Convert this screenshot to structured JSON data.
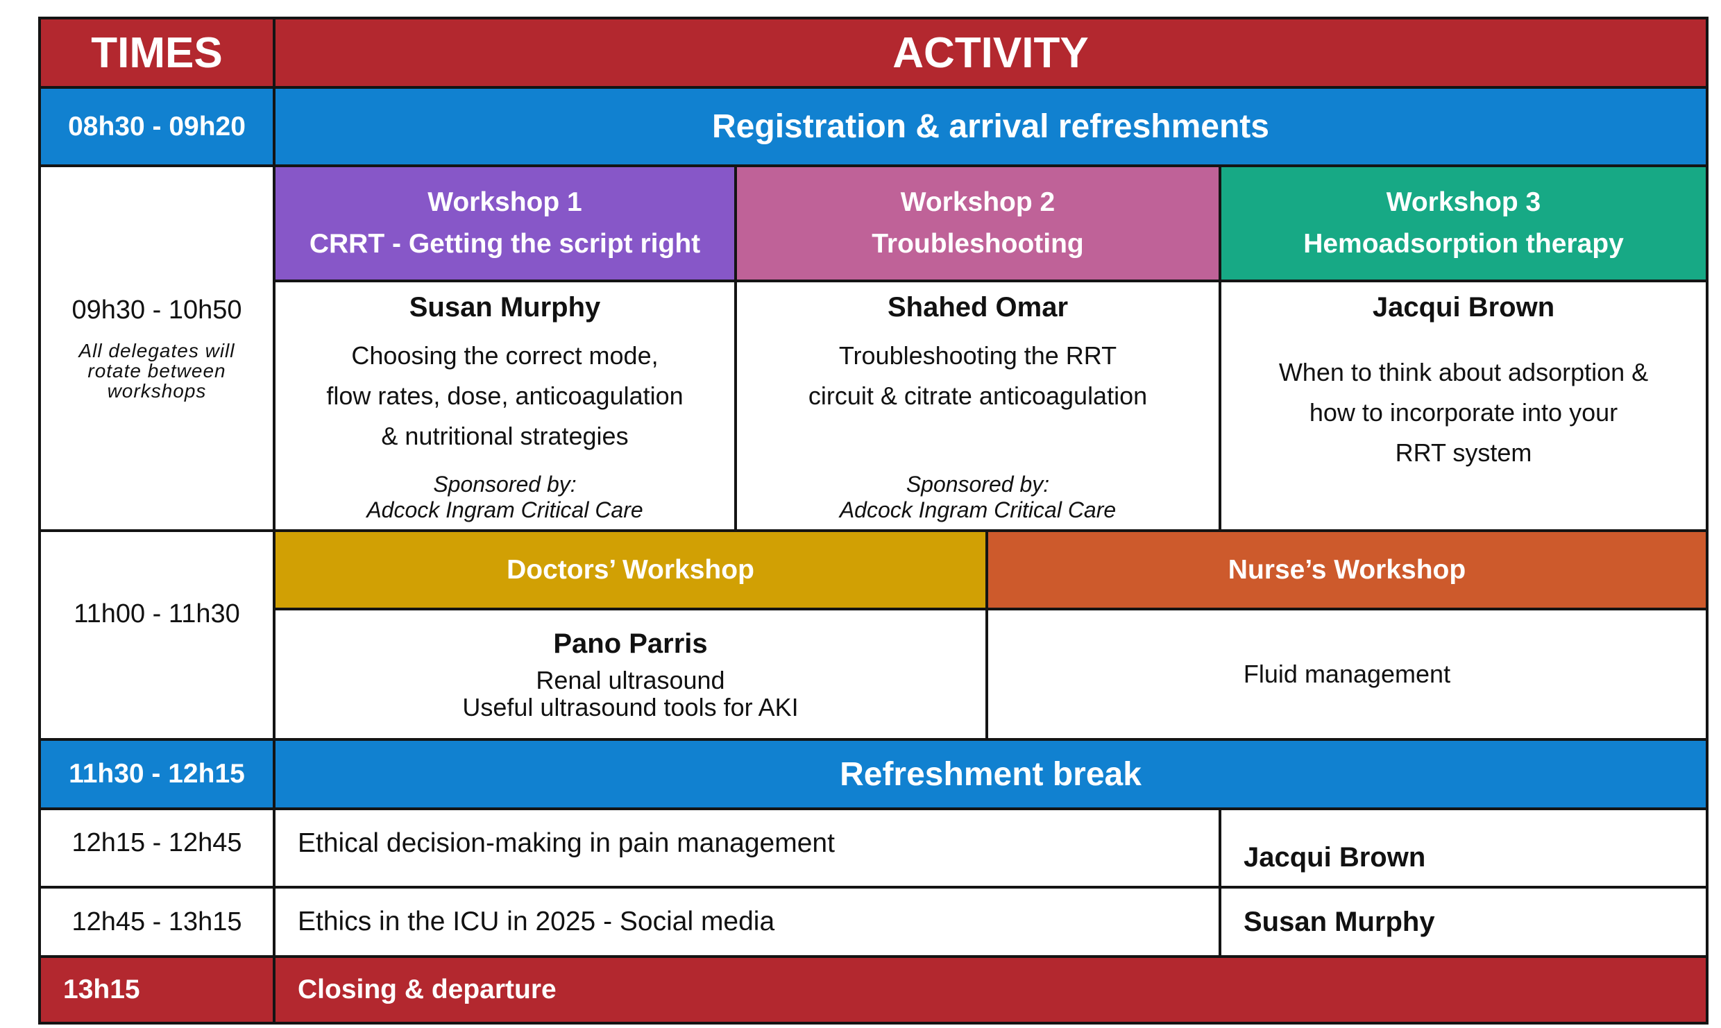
{
  "header": {
    "times": "TIMES",
    "activity": "ACTIVITY"
  },
  "colors": {
    "red": "#b3282f",
    "blue": "#1181d0",
    "purple": "#8757c8",
    "pink": "#bf6298",
    "green": "#17a985",
    "gold": "#d1a004",
    "orange": "#cd5a2c"
  },
  "registration": {
    "time": "08h30 - 09h20",
    "label": "Registration & arrival refreshments"
  },
  "workshop_block": {
    "time": "09h30 - 10h50",
    "note_lines": [
      "All delegates will",
      "rotate between",
      "workshops"
    ],
    "workshops": [
      {
        "title": "Workshop 1",
        "subtitle": "CRRT - Getting the script right",
        "presenter": "Susan Murphy",
        "description": [
          "Choosing the correct mode,",
          "flow rates, dose, anticoagulation",
          "& nutritional strategies"
        ],
        "sponsor_label": "Sponsored by:",
        "sponsor": "Adcock Ingram Critical Care"
      },
      {
        "title": "Workshop 2",
        "subtitle": "Troubleshooting",
        "presenter": "Shahed Omar",
        "description": [
          "Troubleshooting the RRT",
          "circuit & citrate anticoagulation"
        ],
        "sponsor_label": "Sponsored by:",
        "sponsor": "Adcock Ingram Critical Care"
      },
      {
        "title": "Workshop 3",
        "subtitle": "Hemoadsorption therapy",
        "presenter": "Jacqui Brown",
        "description": [
          "When to think about adsorption &",
          "how to incorporate into your",
          "RRT system"
        ]
      }
    ]
  },
  "split_block": {
    "time": "11h00 - 11h30",
    "doctors": {
      "title": "Doctors’ Workshop",
      "presenter": "Pano Parris",
      "lines": [
        "Renal ultrasound",
        "Useful ultrasound tools for AKI"
      ]
    },
    "nurses": {
      "title": "Nurse’s Workshop",
      "line": "Fluid management"
    }
  },
  "break": {
    "time": "11h30 - 12h15",
    "label": "Refreshment break"
  },
  "talks": [
    {
      "time": "12h15 - 12h45",
      "title": "Ethical decision-making in pain management",
      "speaker": "Jacqui Brown"
    },
    {
      "time": "12h45 - 13h15",
      "title": "Ethics in the ICU in 2025 - Social media",
      "speaker": "Susan Murphy"
    }
  ],
  "closing": {
    "time": "13h15",
    "label": "Closing & departure"
  }
}
